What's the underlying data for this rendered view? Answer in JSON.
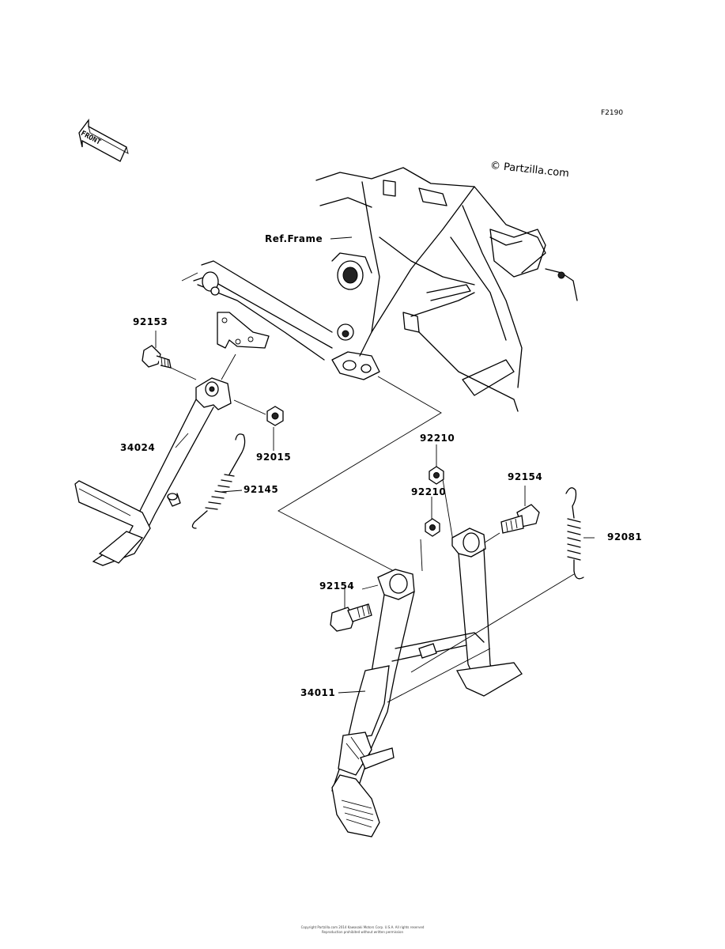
{
  "figure_code": "F2190",
  "watermark": "© Partzilla.com",
  "front_label": "FRONT",
  "reference_label": "Ref.Frame",
  "parts": [
    {
      "id": "92153"
    },
    {
      "id": "34024"
    },
    {
      "id": "92015"
    },
    {
      "id": "92145"
    },
    {
      "id": "92210"
    },
    {
      "id": "92210"
    },
    {
      "id": "92154"
    },
    {
      "id": "92154"
    },
    {
      "id": "92081"
    },
    {
      "id": "34011"
    }
  ],
  "footer": {
    "line1": "Copyright Partzilla.com 2014 Kawasaki Motors Corp. U.S.A. All rights reserved",
    "line2": "Reproduction prohibited without written permission"
  }
}
